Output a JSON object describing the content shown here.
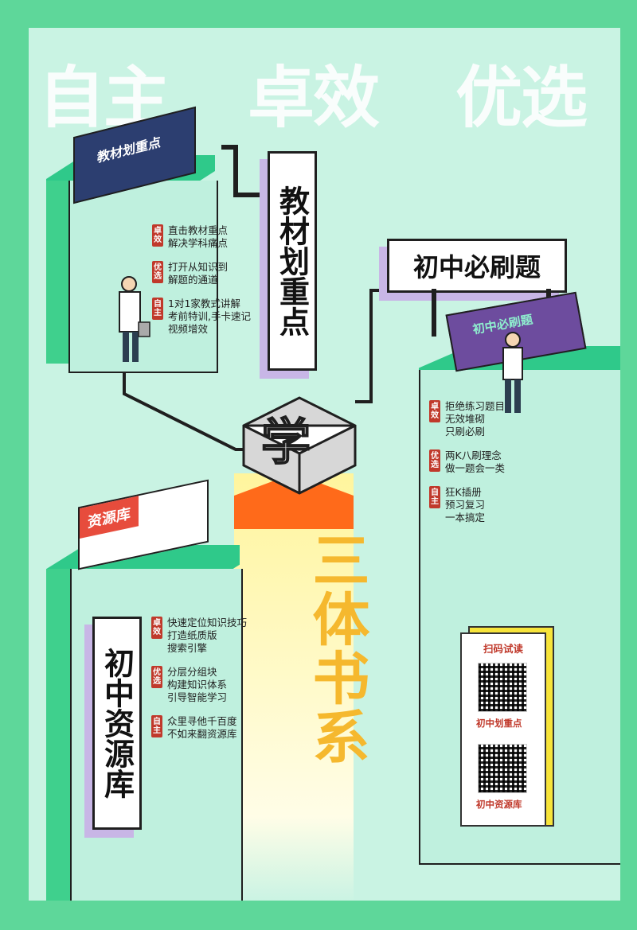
{
  "slogan": [
    "自主",
    "卓效",
    "优选"
  ],
  "center": {
    "logo_char": "学",
    "series_title": "三体书系"
  },
  "jiaocai": {
    "title": "教材划重点",
    "book_title": "教材划重点",
    "features": [
      {
        "badge": "卓效",
        "lines": [
          "直击教材重点",
          "解决学科痛点"
        ]
      },
      {
        "badge": "优选",
        "lines": [
          "打开从知识到",
          "解题的通道"
        ]
      },
      {
        "badge": "自主",
        "lines": [
          "1对1家教式讲解",
          "考前特训,手卡速记",
          "视频增效"
        ]
      }
    ]
  },
  "bishua": {
    "title": "初中必刷题",
    "book_title": "初中必刷题",
    "features": [
      {
        "badge": "卓效",
        "lines": [
          "拒绝练习题目",
          "无效堆砌",
          "只刷必刷"
        ]
      },
      {
        "badge": "优选",
        "lines": [
          "两K八刷理念",
          "做一题会一类"
        ]
      },
      {
        "badge": "自主",
        "lines": [
          "狂K插册",
          "预习复习",
          "一本搞定"
        ]
      }
    ]
  },
  "ziyuanku": {
    "title": "初中资源库",
    "book_title": "资源库",
    "features": [
      {
        "badge": "卓效",
        "lines": [
          "快速定位知识技巧",
          "打造纸质版",
          "搜索引擎"
        ]
      },
      {
        "badge": "优选",
        "lines": [
          "分层分组块",
          "构建知识体系",
          "引导智能学习"
        ]
      },
      {
        "badge": "自主",
        "lines": [
          "众里寻他千百度",
          "不如来翻资源库"
        ]
      }
    ]
  },
  "qr": {
    "header": "扫码试读",
    "label1": "初中划重点",
    "label2": "初中资源库"
  },
  "colors": {
    "frame": "#5ed79a",
    "panel": "#c9f3e3",
    "accent_red": "#c0392b",
    "pillar_top": "#2fc98a",
    "title_shadow": "#c8b6e6",
    "orange": "#ff6a1a",
    "yellow": "#fff176"
  }
}
